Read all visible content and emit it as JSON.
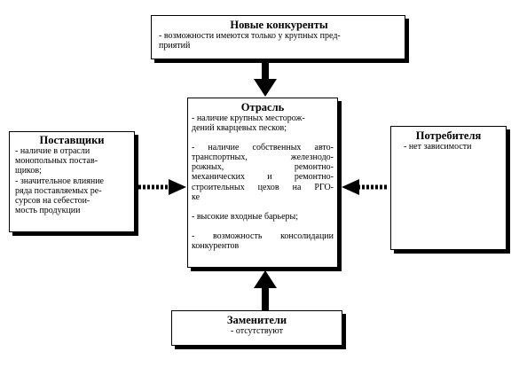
{
  "competitors": {
    "title": "Новые конкуренты",
    "lines": [
      "- возможности имеются только у крупных пред-",
      "приятий"
    ]
  },
  "industry": {
    "title": "Отрасль",
    "lines": [
      "- наличие крупных месторож-",
      "дений кварцевых песков;",
      "- наличие собственных авто-",
      "транспортных, железнодо-",
      "рожных, ремонтно-",
      "механических и ремонтно-",
      "строительных цехов на РГО-",
      "ке",
      "- высокие входные барьеры;",
      "- возможность консолидации",
      "конкурентов"
    ]
  },
  "suppliers": {
    "title": "Поставщики",
    "lines": [
      "- наличие в отрасли",
      "монопольных постав-",
      "щиков;",
      "- значительное влияние",
      "ряда поставляемых ре-",
      "сурсов на себестои-",
      "мость продукции"
    ]
  },
  "consumers": {
    "title": "Потребителя",
    "lines": [
      "- нет зависимости"
    ]
  },
  "substitutes": {
    "title": "Заменители",
    "lines": [
      "- отсутствуют"
    ]
  }
}
